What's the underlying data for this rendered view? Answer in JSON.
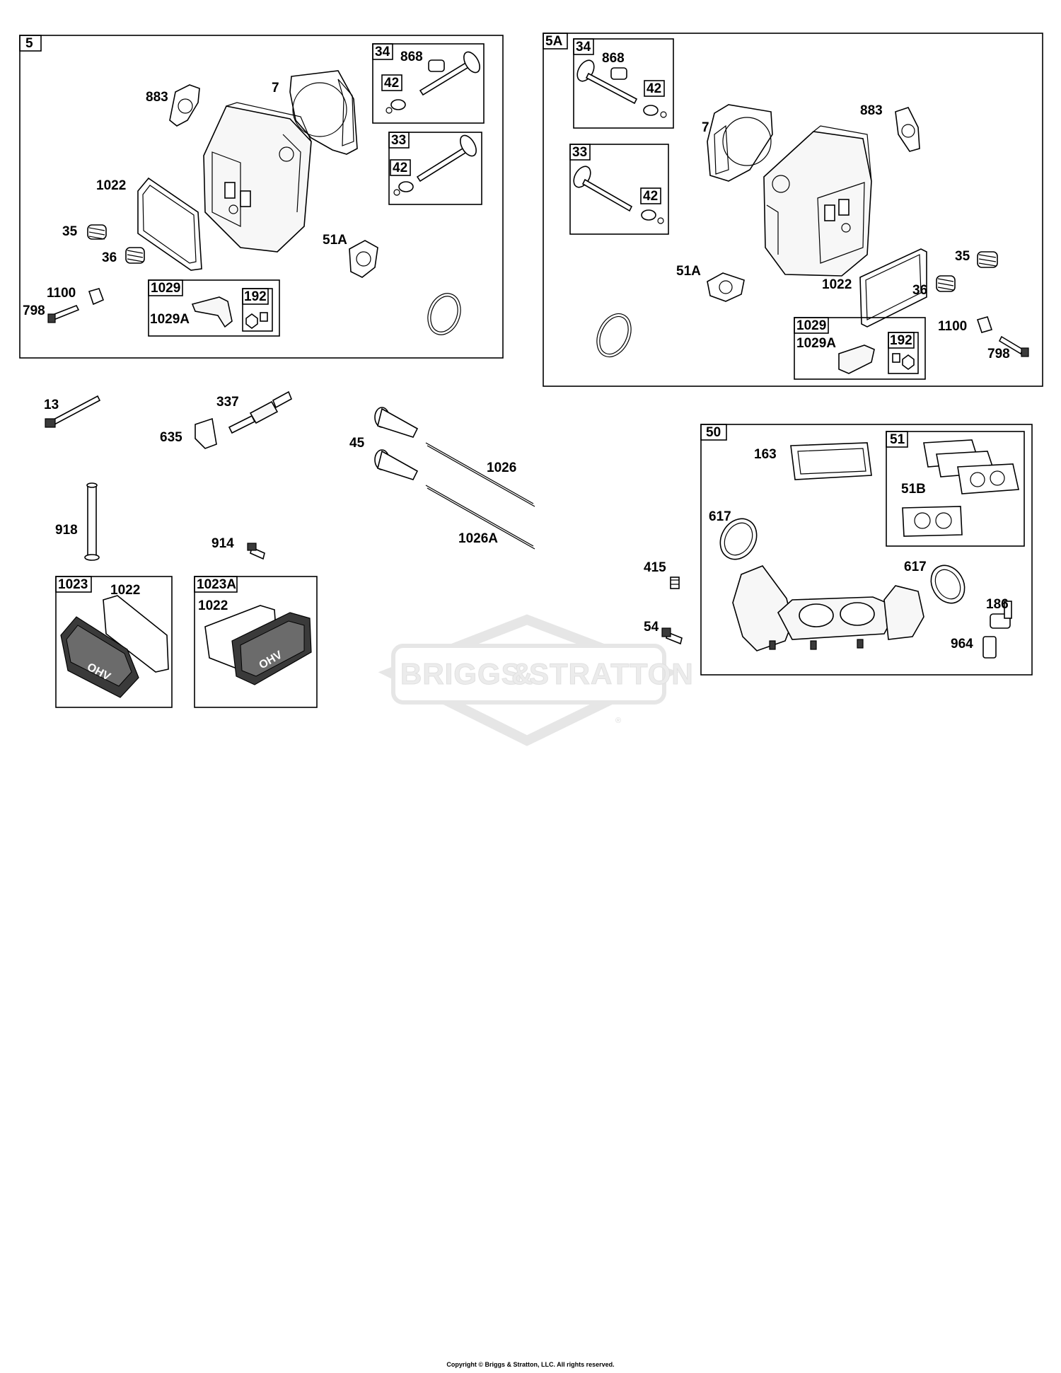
{
  "watermark": {
    "brand": "BRIGGS",
    "amp": "&",
    "brand2": "STRATTON",
    "mark": "®"
  },
  "copyright": "Copyright © Briggs & Stratton, LLC. All rights reserved.",
  "groups": {
    "g5": {
      "tag": "5",
      "labels": {
        "l883": "883",
        "l7": "7",
        "l1022": "1022",
        "l35": "35",
        "l36": "36",
        "l1100": "1100",
        "l798": "798",
        "l51a": "51A"
      }
    },
    "g5_34": {
      "tag": "34",
      "labels": {
        "l868": "868"
      }
    },
    "g5_34_42": {
      "tag": "42"
    },
    "g5_33": {
      "tag": "33"
    },
    "g5_33_42": {
      "tag": "42"
    },
    "g5_1029": {
      "tag": "1029",
      "labels": {
        "l1029a": "1029A"
      }
    },
    "g5_1029_192": {
      "tag": "192"
    },
    "g5a": {
      "tag": "5A",
      "labels": {
        "l7": "7",
        "l883": "883",
        "l51a": "51A",
        "l1022": "1022",
        "l35": "35",
        "l36": "36",
        "l1100": "1100",
        "l798": "798"
      }
    },
    "g5a_34": {
      "tag": "34",
      "labels": {
        "l868": "868"
      }
    },
    "g5a_34_42": {
      "tag": "42"
    },
    "g5a_33": {
      "tag": "33"
    },
    "g5a_33_42": {
      "tag": "42"
    },
    "g5a_1029": {
      "tag": "1029",
      "labels": {
        "l1029a": "1029A"
      }
    },
    "g5a_1029_192": {
      "tag": "192"
    },
    "loose": {
      "l13": "13",
      "l337": "337",
      "l635": "635",
      "l45": "45",
      "l1026": "1026",
      "l1026a": "1026A",
      "l918": "918",
      "l914": "914"
    },
    "g1023": {
      "tag": "1023",
      "labels": {
        "l1022": "1022"
      },
      "emblem": "OHV"
    },
    "g1023a": {
      "tag": "1023A",
      "labels": {
        "l1022": "1022"
      },
      "emblem": "OHV"
    },
    "g50": {
      "tag": "50",
      "labels": {
        "l163": "163",
        "l617a": "617",
        "l617b": "617",
        "l186": "186",
        "l964": "964"
      }
    },
    "g51": {
      "tag": "51",
      "labels": {
        "l51b": "51B"
      }
    },
    "outside50": {
      "l415": "415",
      "l54": "54"
    }
  }
}
